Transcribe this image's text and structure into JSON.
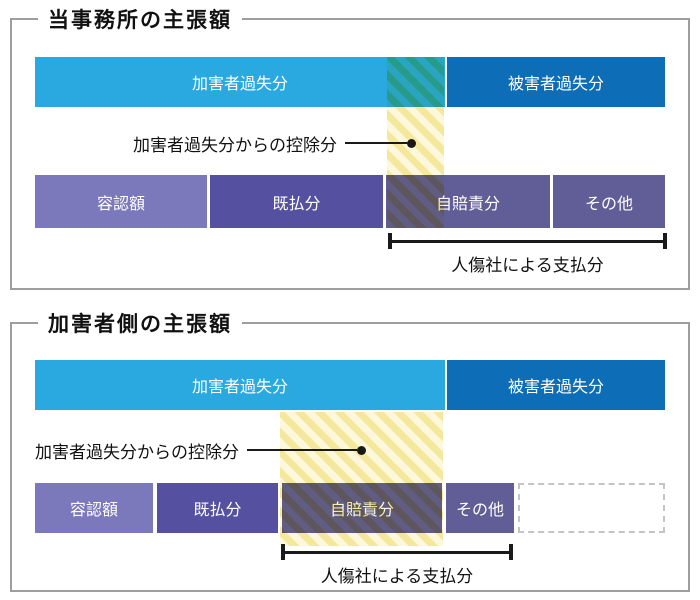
{
  "colors": {
    "light_blue": "#29a9e0",
    "dark_blue": "#0d6db6",
    "purple_light": "#7b78bc",
    "purple_mid": "#5551a0",
    "purple_muted": "#615e97",
    "hatch_light": "#fdf8dc",
    "hatch_dark": "#f4e89c",
    "panel_border": "#9e9e9e",
    "bracket_black": "#1a1a1a"
  },
  "panels": [
    {
      "title": "当事務所の主張額",
      "top_bar": {
        "perpetrator_fault": "加害者過失分",
        "victim_fault": "被害者過失分"
      },
      "deduction_label": "加害者過失分からの控除分",
      "segments": {
        "accepted": "容認額",
        "already_paid": "既払分",
        "jibaiseki": "自賠責分",
        "other": "その他"
      },
      "bracket_label": "人傷社による支払分"
    },
    {
      "title": "加害者側の主張額",
      "top_bar": {
        "perpetrator_fault": "加害者過失分",
        "victim_fault": "被害者過失分"
      },
      "deduction_label": "加害者過失分からの控除分",
      "segments": {
        "accepted": "容認額",
        "already_paid": "既払分",
        "jibaiseki": "自賠責分",
        "other": "その他"
      },
      "bracket_label": "人傷社による支払分"
    }
  ]
}
